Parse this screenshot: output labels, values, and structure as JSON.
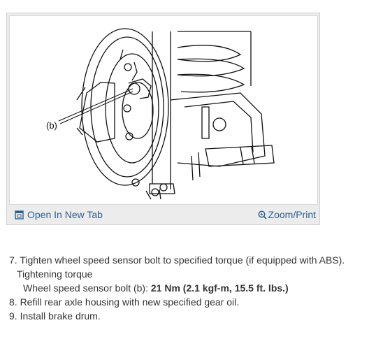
{
  "figure": {
    "callout_label": "(b)",
    "open_tab_label": "Open In New Tab",
    "zoom_label": "Zoom/Print",
    "open_tab_icon": "open-in-new-tab-icon",
    "zoom_icon": "magnifier-icon",
    "link_color": "#2e5f8e"
  },
  "steps": {
    "step7": "7. Tighten wheel speed sensor bolt to specified torque (if equipped with ABS).",
    "torque_heading": "Tightening torque",
    "torque_item_label": "Wheel speed sensor bolt (b): ",
    "torque_item_value": "21 Nm (2.1 kgf-m, 15.5 ft. lbs.)",
    "step8": "8. Refill rear axle housing with new specified gear oil.",
    "step9": "9. Install brake drum."
  }
}
